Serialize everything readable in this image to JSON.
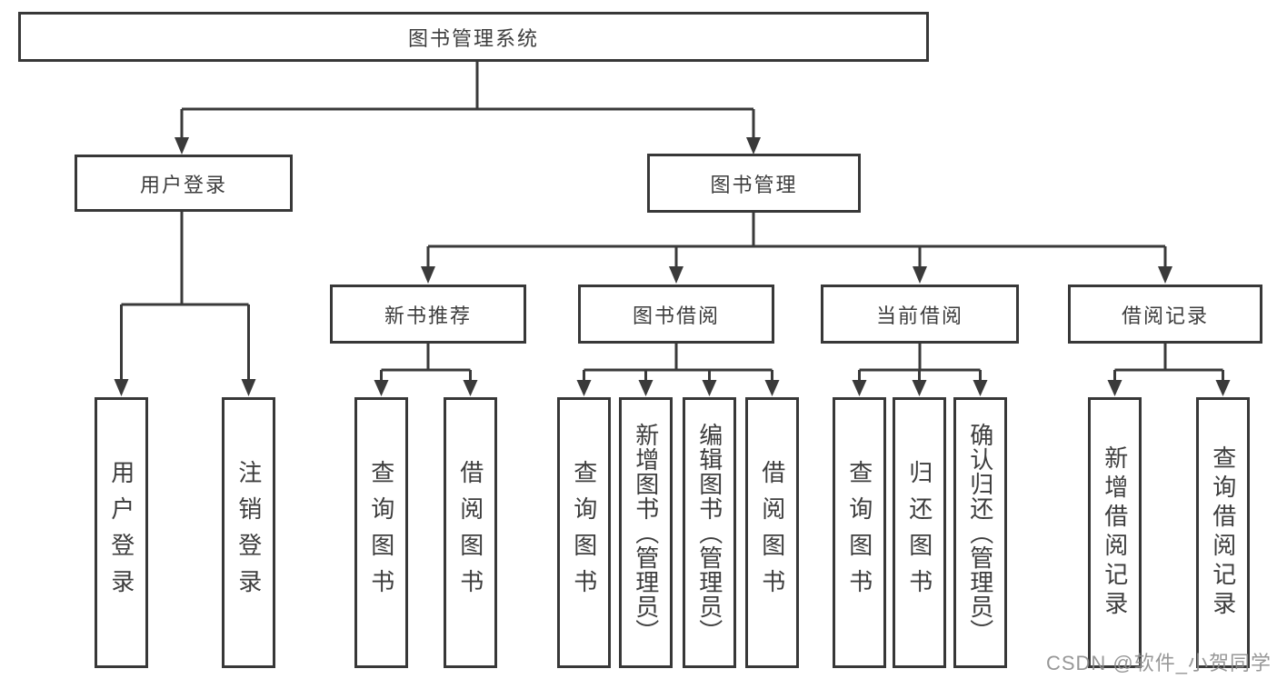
{
  "tree": {
    "label": "图书管理系统",
    "children": [
      {
        "label": "用户登录",
        "children": [
          {
            "label": "用户登录"
          },
          {
            "label": "注销登录"
          }
        ]
      },
      {
        "label": "图书管理",
        "children": [
          {
            "label": "新书推荐",
            "children": [
              {
                "label": "查询图书"
              },
              {
                "label": "借阅图书"
              }
            ]
          },
          {
            "label": "图书借阅",
            "children": [
              {
                "label": "查询图书"
              },
              {
                "label": "新增图书（管理员）"
              },
              {
                "label": "编辑图书（管理员）"
              },
              {
                "label": "借阅图书"
              }
            ]
          },
          {
            "label": "当前借阅",
            "children": [
              {
                "label": "查询图书"
              },
              {
                "label": "归还图书"
              },
              {
                "label": "确认归还（管理员）"
              }
            ]
          },
          {
            "label": "借阅记录",
            "children": [
              {
                "label": "新增借阅记录"
              },
              {
                "label": "查询借阅记录"
              }
            ]
          }
        ]
      }
    ]
  },
  "watermark": {
    "text": "CSDN @软件_小贺同学"
  },
  "colors": {
    "line": "#3a3a3a",
    "box_border": "#383838",
    "text": "#3d3d3d",
    "watermark": "#8c8c8c",
    "background": "#ffffff"
  }
}
